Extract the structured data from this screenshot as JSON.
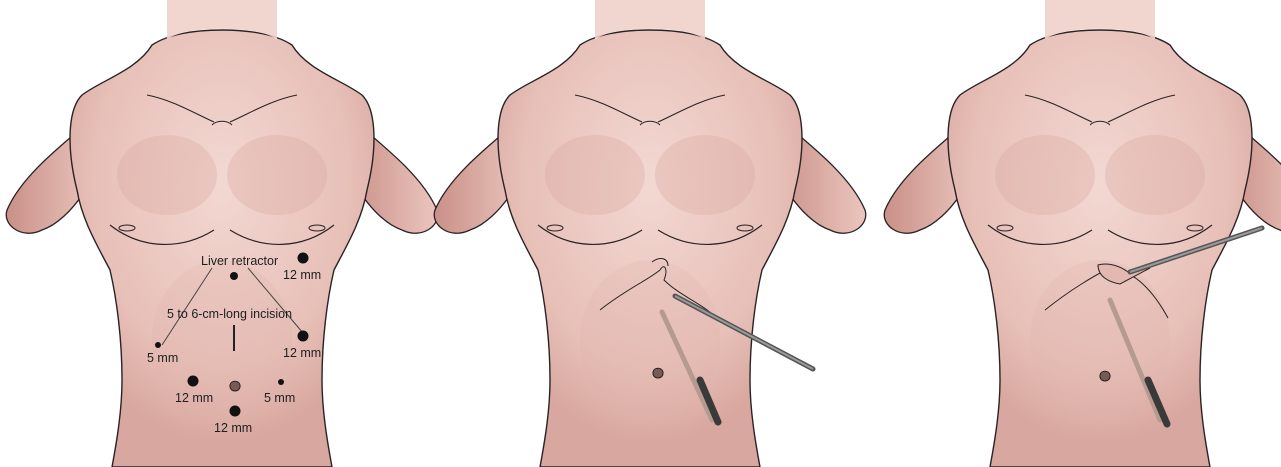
{
  "colors": {
    "skin": "#ecc9c2",
    "skin_shadow": "#d6a69e",
    "outline": "#2a2224",
    "port": "#111111",
    "instrument": "#6f6f6f"
  },
  "panels": [
    {
      "id": "port-placement",
      "labels": {
        "liver_retractor": "Liver retractor",
        "port_upper_right": "12 mm",
        "incision": "5 to 6-cm-long incision",
        "port_mid_right": "12 mm",
        "port_left_5mm": "5 mm",
        "port_lower_left_12mm": "12 mm",
        "port_lower_right_5mm": "5 mm",
        "port_bottom_12mm": "12 mm"
      }
    },
    {
      "id": "instrument-view-1"
    },
    {
      "id": "instrument-view-2"
    }
  ]
}
